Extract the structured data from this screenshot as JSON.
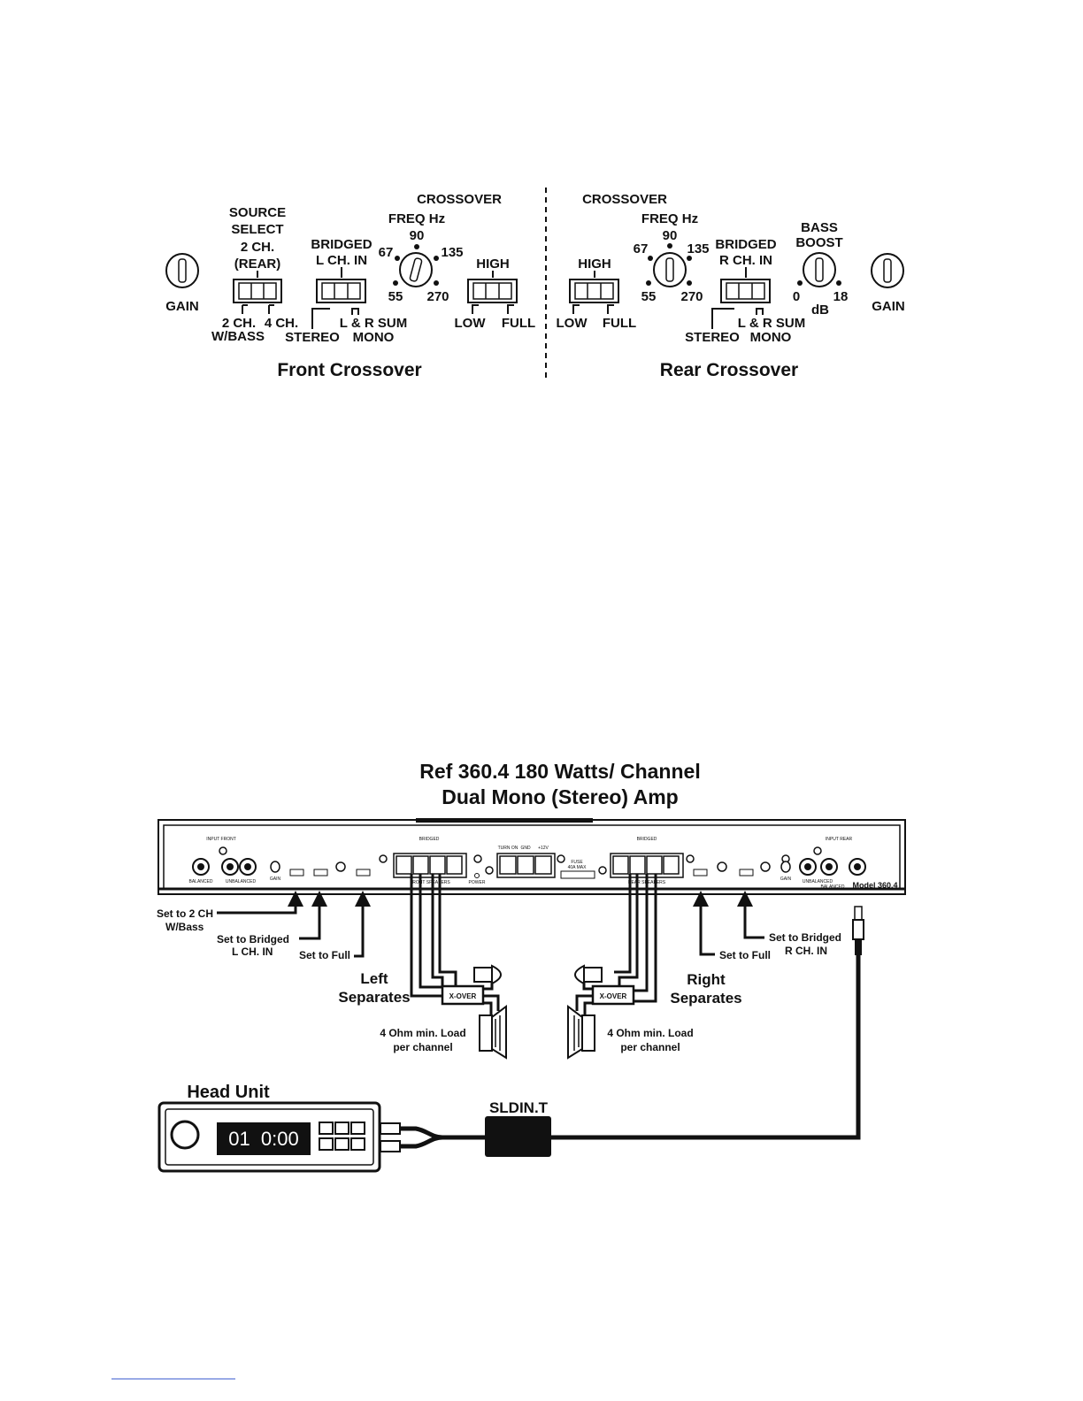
{
  "crossover_panel": {
    "front": {
      "title": "Front Crossover",
      "gain_label": "GAIN",
      "source_select": {
        "line1": "SOURCE",
        "line2": "SELECT",
        "line3": "2 CH.",
        "line4": "(REAR)",
        "opt_a1": "2 CH.",
        "opt_a2": "W/BASS",
        "opt_b": "4 CH."
      },
      "bridged": {
        "line1": "BRIDGED",
        "line2": "L CH. IN",
        "opt_stereo": "STEREO",
        "opt_sum": "L & R SUM",
        "opt_mono": "MONO"
      },
      "crossover_label": "CROSSOVER",
      "freq": {
        "label": "FREQ Hz",
        "v90": "90",
        "v67": "67",
        "v135": "135",
        "v55": "55",
        "v270": "270"
      },
      "filter": {
        "label": "HIGH",
        "opt_low": "LOW",
        "opt_full": "FULL"
      }
    },
    "rear": {
      "title": "Rear Crossover",
      "gain_label": "GAIN",
      "crossover_label": "CROSSOVER",
      "freq": {
        "label": "FREQ Hz",
        "v90": "90",
        "v67": "67",
        "v135": "135",
        "v55": "55",
        "v270": "270"
      },
      "filter": {
        "label": "HIGH",
        "opt_low": "LOW",
        "opt_full": "FULL"
      },
      "bridged": {
        "line1": "BRIDGED",
        "line2": "R CH. IN",
        "opt_stereo": "STEREO",
        "opt_sum": "L & R SUM",
        "opt_mono": "MONO"
      },
      "bass_boost": {
        "line1": "BASS",
        "line2": "BOOST",
        "v0": "0",
        "v18": "18",
        "unit": "dB"
      }
    }
  },
  "wiring": {
    "title_line1": "Ref 360.4 180 Watts/ Channel",
    "title_line2": "Dual Mono (Stereo) Amp",
    "amp_labels": {
      "input_front": "INPUT FRONT",
      "input_rear": "INPUT REAR",
      "balanced": "BALANCED",
      "unbalanced": "UNBALANCED",
      "gain": "GAIN",
      "bridged": "BRIDGED",
      "front_speakers": "FRONT SPEAKERS",
      "rear_speakers": "REAR SPEAKERS",
      "power": "POWER",
      "turn_on": "TURN ON",
      "gnd": "GND",
      "plus12v": "+12V",
      "fuse_line1": "FUSE",
      "fuse_line2": "40A MAX",
      "model": "Model 360.4"
    },
    "callouts": {
      "set_2ch_line1": "Set to 2 CH",
      "set_2ch_line2": "W/Bass",
      "set_bridged_l_line1": "Set to Bridged",
      "set_bridged_l_line2": "L CH. IN",
      "set_full_left": "Set to Full",
      "set_full_right": "Set to Full",
      "set_bridged_r_line1": "Set to Bridged",
      "set_bridged_r_line2": "R CH. IN"
    },
    "left_separates_line1": "Left",
    "left_separates_line2": "Separates",
    "right_separates_line1": "Right",
    "right_separates_line2": "Separates",
    "xover_label": "X-OVER",
    "load_line1": "4 Ohm min. Load",
    "load_line2": "per channel",
    "head_unit_label": "Head Unit",
    "head_unit_display": "01  0:00",
    "interface_label": "SLDIN.T"
  }
}
